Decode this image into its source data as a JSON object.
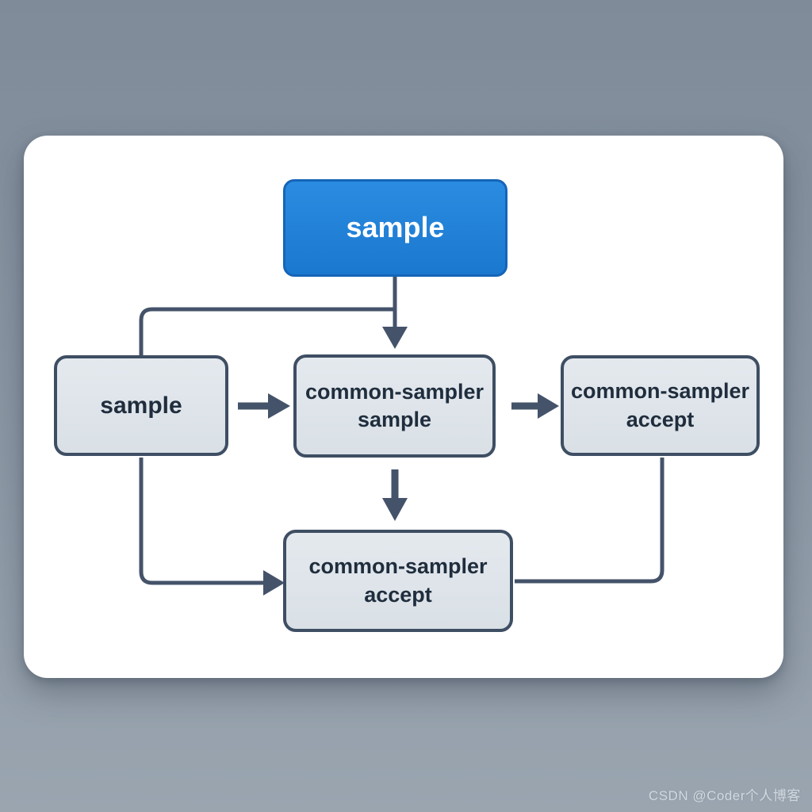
{
  "diagram": {
    "top_node": {
      "label": "sample"
    },
    "left_node": {
      "label": "sample"
    },
    "middle_node": {
      "line1": "common-sampler",
      "line2": "sample"
    },
    "right_node": {
      "line1": "common-sampler",
      "line2": "accept"
    },
    "bottom_node": {
      "line1": "common-sampler",
      "line2": "accept"
    }
  },
  "colors": {
    "background_top": "#7f8b99",
    "background_bottom": "#9aa5b0",
    "card": "#ffffff",
    "accent_blue": "#1f82d9",
    "node_fill": "#dfe5ea",
    "node_border": "#3e4e63",
    "connector": "#44536a",
    "text_dark": "#1f2d3d"
  },
  "watermark": "CSDN @Coder个人博客"
}
